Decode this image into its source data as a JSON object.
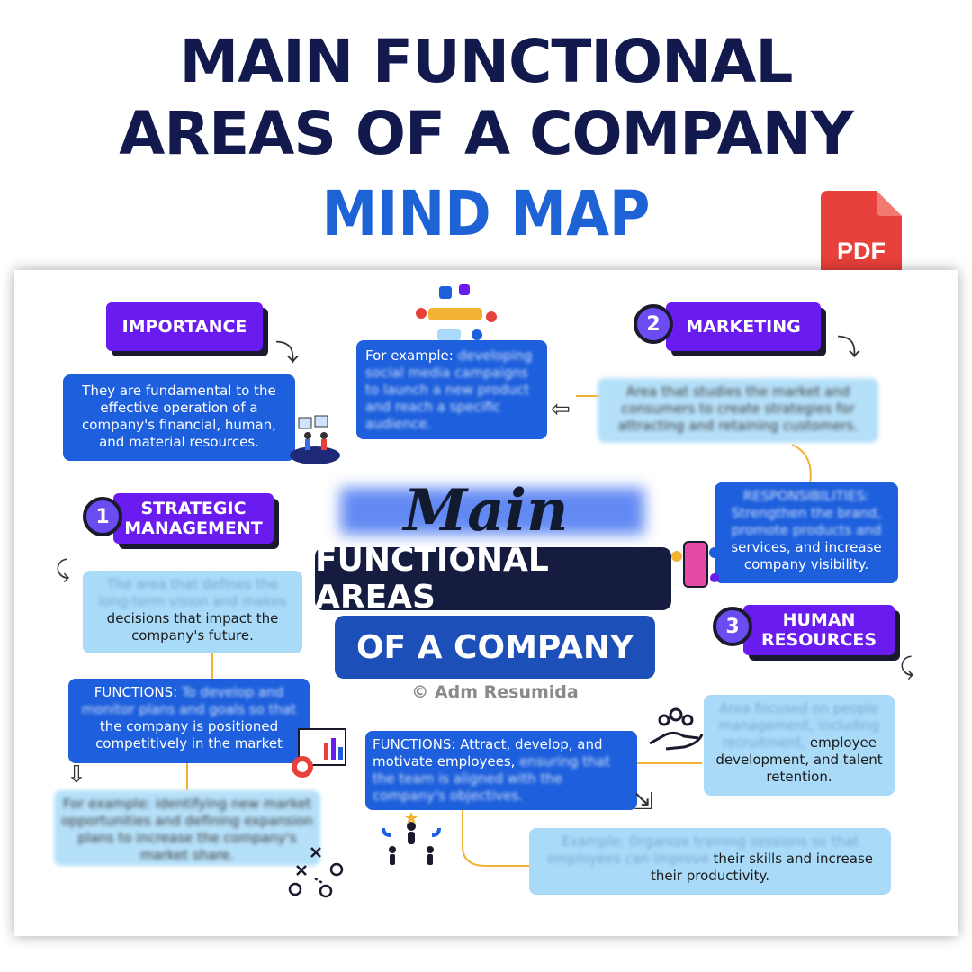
{
  "header": {
    "title_line1": "MAIN FUNCTIONAL",
    "title_line2": "AREAS OF A COMPANY",
    "title_line3": "MIND MAP"
  },
  "pdf_badge": {
    "label": "PDF",
    "color": "#e8403a"
  },
  "center": {
    "main": "Main",
    "bar1": "FUNCTIONAL AREAS",
    "bar2": "OF A COMPANY",
    "credit": "© Adm Resumida"
  },
  "importance": {
    "heading": "IMPORTANCE",
    "text": "They are fundamental to the effective operation of a company's financial, human, and material resources."
  },
  "strategic": {
    "number": "1",
    "heading_line1": "STRATEGIC",
    "heading_line2": "MANAGEMENT",
    "definition_blur": "The area that defines the long-term vision and makes",
    "definition_visible": "decisions that impact the company's future.",
    "functions_label": "FUNCTIONS:",
    "functions_blur": "To develop and monitor plans and goals so that",
    "functions_visible": "the company is positioned competitively in the market",
    "example_blur": "For example: identifying new market opportunities and defining expansion plans to increase the company's market share."
  },
  "marketing": {
    "number": "2",
    "heading": "MARKETING",
    "definition_blur": "Area that studies the market and consumers to create strategies for attracting and retaining customers.",
    "example_label": "For example:",
    "example_blur": "developing social media campaigns to launch a new product and reach a specific audience.",
    "responsibilities_blur": "RESPONSIBILITIES: Strengthen the brand, promote products and",
    "responsibilities_visible": "services, and increase company visibility."
  },
  "hr": {
    "number": "3",
    "heading_line1": "HUMAN",
    "heading_line2": "RESOURCES",
    "definition_blur": "Area focused on people management, including recruitment,",
    "definition_visible": "employee development, and talent retention.",
    "functions_visible": "FUNCTIONS: Attract, develop, and motivate employees,",
    "functions_blur": "ensuring that the team is aligned with the company's objectives.",
    "example_blur": "Example: Organize training sessions so that employees can improve",
    "example_visible": "their skills and increase their productivity."
  },
  "colors": {
    "title_navy": "#121a4d",
    "title_blue": "#1d63d6",
    "heading_purple": "#6a1bf0",
    "box_blue": "#1d5fdc",
    "box_light": "#a9dbf9",
    "connector": "#f2b233"
  }
}
